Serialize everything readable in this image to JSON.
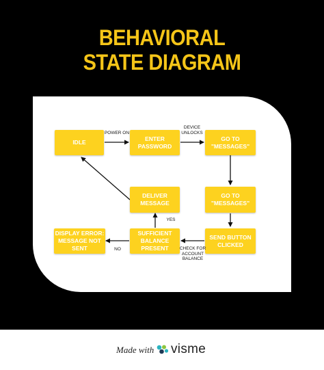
{
  "title": {
    "line1": "BEHAVIORAL",
    "line2": "STATE DIAGRAM"
  },
  "nodes": {
    "idle": "IDLE",
    "enter_password": "ENTER\nPASSWORD",
    "go_to_messages_1": "GO TO\n\"MESSAGES\"",
    "go_to_messages_2": "GO TO\n\"MESSAGES\"",
    "deliver_message": "DELIVER\nMESSAGE",
    "send_button_clicked": "SEND BUTTON\nCLICKED",
    "sufficient_balance": "SUFFICIENT\nBALANCE PRESENT",
    "display_error": "DISPLAY ERROR:\nMESSAGE NOT SENT"
  },
  "edges": {
    "power_on": "POWER ON",
    "device_unlocks": "DEVICE\nUNLOCKS",
    "yes": "YES",
    "no": "NO",
    "check_balance": "CHECK FOR\nACCOUNT\nBALANCE"
  },
  "colors": {
    "background": "#000000",
    "title": "#f5c518",
    "node_fill": "#fdd21f",
    "node_text": "#ffffff",
    "card": "#ffffff"
  },
  "footer": {
    "made_with": "Made with",
    "brand": "visme"
  }
}
